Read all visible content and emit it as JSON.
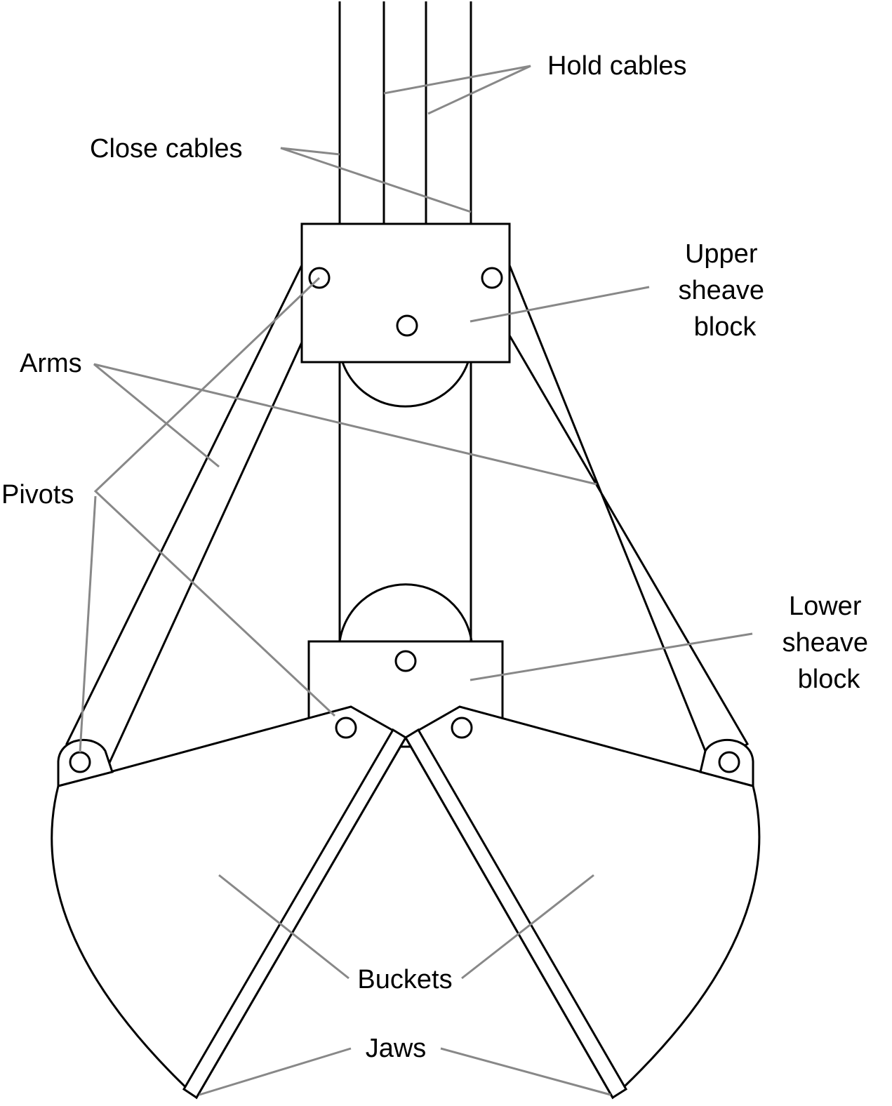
{
  "labels": {
    "hold_cables": "Hold cables",
    "close_cables": "Close cables",
    "upper_sheave_block": [
      "Upper",
      "sheave",
      "block"
    ],
    "arms": "Arms",
    "pivots": "Pivots",
    "lower_sheave_block": [
      "Lower",
      "sheave",
      "block"
    ],
    "buckets": "Buckets",
    "jaws": "Jaws"
  },
  "colors": {
    "outline": "#000000",
    "leader": "#888888",
    "background": "#ffffff"
  }
}
